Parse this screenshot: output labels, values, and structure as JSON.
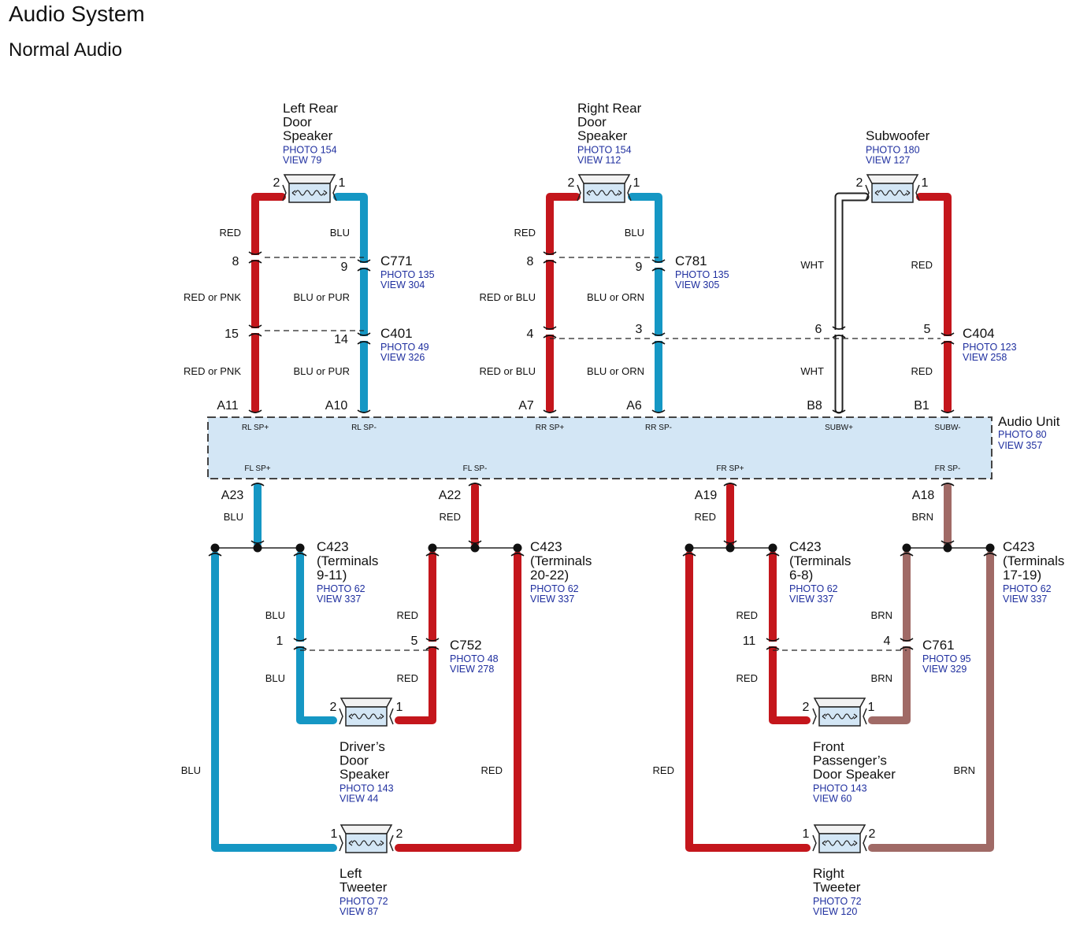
{
  "title": "Audio System",
  "subtitle": "Normal Audio",
  "colors": {
    "RED": "#c4161c",
    "BLU": "#1597c4",
    "BRN": "#a06a66",
    "WHT": "#ffffff",
    "unit_fill": "#d3e6f5",
    "ref_text": "#1f2f9f"
  },
  "audio_unit": {
    "name": "Audio Unit",
    "photo": "PHOTO 80",
    "view": "VIEW 357",
    "top_pins": [
      {
        "pin": "A11",
        "signal": "RL SP+"
      },
      {
        "pin": "A10",
        "signal": "RL SP-"
      },
      {
        "pin": "A7",
        "signal": "RR SP+"
      },
      {
        "pin": "A6",
        "signal": "RR SP-"
      },
      {
        "pin": "B8",
        "signal": "SUBW+"
      },
      {
        "pin": "B1",
        "signal": "SUBW-"
      }
    ],
    "bottom_pins": [
      {
        "pin": "A23",
        "signal": "FL SP+"
      },
      {
        "pin": "A22",
        "signal": "FL SP-"
      },
      {
        "pin": "A19",
        "signal": "FR SP+"
      },
      {
        "pin": "A18",
        "signal": "FR SP-"
      }
    ]
  },
  "speakers": [
    {
      "id": "lr",
      "name": [
        "Left Rear",
        "Door",
        "Speaker"
      ],
      "photo": "PHOTO 154",
      "view": "VIEW 79",
      "pins": [
        "2",
        "1"
      ]
    },
    {
      "id": "rr",
      "name": [
        "Right Rear",
        "Door",
        "Speaker"
      ],
      "photo": "PHOTO 154",
      "view": "VIEW 112",
      "pins": [
        "2",
        "1"
      ]
    },
    {
      "id": "sw",
      "name": [
        "Subwoofer"
      ],
      "photo": "PHOTO 180",
      "view": "VIEW 127",
      "pins": [
        "2",
        "1"
      ]
    },
    {
      "id": "dd",
      "name": [
        "Driver’s",
        "Door",
        "Speaker"
      ],
      "photo": "PHOTO 143",
      "view": "VIEW 44",
      "pins": [
        "2",
        "1"
      ]
    },
    {
      "id": "fp",
      "name": [
        "Front",
        "Passenger’s",
        "Door Speaker"
      ],
      "photo": "PHOTO 143",
      "view": "VIEW 60",
      "pins": [
        "2",
        "1"
      ]
    },
    {
      "id": "lt",
      "name": [
        "Left",
        "Tweeter"
      ],
      "photo": "PHOTO 72",
      "view": "VIEW 87",
      "pins": [
        "1",
        "2"
      ]
    },
    {
      "id": "rt",
      "name": [
        "Right",
        "Tweeter"
      ],
      "photo": "PHOTO 72",
      "view": "VIEW 120",
      "pins": [
        "1",
        "2"
      ]
    }
  ],
  "connectors": [
    {
      "id": "c771",
      "name": [
        "C771"
      ],
      "photo": "PHOTO 135",
      "view": "VIEW 304",
      "pins": [
        "8",
        "9"
      ]
    },
    {
      "id": "c401",
      "name": [
        "C401"
      ],
      "photo": "PHOTO 49",
      "view": "VIEW 326",
      "pins": [
        "15",
        "14"
      ]
    },
    {
      "id": "c781",
      "name": [
        "C781"
      ],
      "photo": "PHOTO 135",
      "view": "VIEW 305",
      "pins": [
        "8",
        "9"
      ]
    },
    {
      "id": "c404",
      "name": [
        "C404"
      ],
      "photo": "PHOTO 123",
      "view": "VIEW 258",
      "pins": [
        "4",
        "3",
        "6",
        "5"
      ]
    },
    {
      "id": "c752",
      "name": [
        "C752"
      ],
      "photo": "PHOTO 48",
      "view": "VIEW 278",
      "pins": [
        "1",
        "5"
      ]
    },
    {
      "id": "c761",
      "name": [
        "C761"
      ],
      "photo": "PHOTO 95",
      "view": "VIEW 329",
      "pins": [
        "11",
        "4"
      ]
    },
    {
      "id": "c423a",
      "name": [
        "C423",
        "(Terminals",
        "9-11)"
      ],
      "photo": "PHOTO 62",
      "view": "VIEW 337"
    },
    {
      "id": "c423b",
      "name": [
        "C423",
        "(Terminals",
        "20-22)"
      ],
      "photo": "PHOTO 62",
      "view": "VIEW 337"
    },
    {
      "id": "c423c",
      "name": [
        "C423",
        "(Terminals",
        "6-8)"
      ],
      "photo": "PHOTO 62",
      "view": "VIEW 337"
    },
    {
      "id": "c423d",
      "name": [
        "C423",
        "(Terminals",
        "17-19)"
      ],
      "photo": "PHOTO 62",
      "view": "VIEW 337"
    }
  ],
  "wire_labels": [
    {
      "id": "w1",
      "text": "RED"
    },
    {
      "id": "w2",
      "text": "BLU"
    },
    {
      "id": "w3",
      "text": "RED or PNK"
    },
    {
      "id": "w4",
      "text": "BLU or PUR"
    },
    {
      "id": "w5",
      "text": "RED or PNK"
    },
    {
      "id": "w6",
      "text": "BLU or PUR"
    },
    {
      "id": "w7",
      "text": "RED"
    },
    {
      "id": "w8",
      "text": "BLU"
    },
    {
      "id": "w9",
      "text": "RED or BLU"
    },
    {
      "id": "w10",
      "text": "BLU or ORN"
    },
    {
      "id": "w11",
      "text": "RED or BLU"
    },
    {
      "id": "w12",
      "text": "BLU or ORN"
    },
    {
      "id": "w13",
      "text": "WHT"
    },
    {
      "id": "w14",
      "text": "RED"
    },
    {
      "id": "w15",
      "text": "WHT"
    },
    {
      "id": "w16",
      "text": "RED"
    },
    {
      "id": "w17",
      "text": "BLU"
    },
    {
      "id": "w18",
      "text": "RED"
    },
    {
      "id": "w19",
      "text": "RED"
    },
    {
      "id": "w20",
      "text": "BRN"
    },
    {
      "id": "w21",
      "text": "BLU"
    },
    {
      "id": "w22",
      "text": "RED"
    },
    {
      "id": "w23",
      "text": "BLU"
    },
    {
      "id": "w24",
      "text": "RED"
    },
    {
      "id": "w25",
      "text": "RED"
    },
    {
      "id": "w26",
      "text": "BRN"
    },
    {
      "id": "w27",
      "text": "RED"
    },
    {
      "id": "w28",
      "text": "BRN"
    },
    {
      "id": "w29",
      "text": "BLU"
    },
    {
      "id": "w30",
      "text": "RED"
    },
    {
      "id": "w31",
      "text": "RED"
    },
    {
      "id": "w32",
      "text": "BRN"
    }
  ]
}
